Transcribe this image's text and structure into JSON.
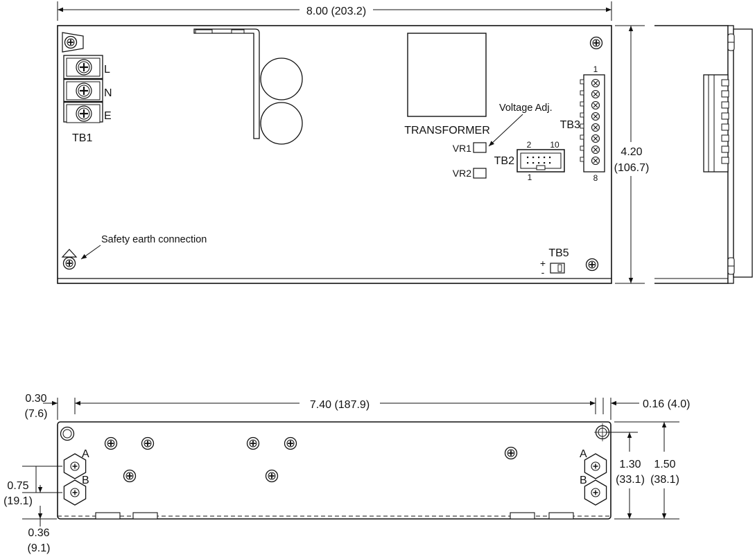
{
  "dimensions": {
    "top_width": "8.00 (203.2)",
    "top_height_in": "4.20",
    "top_height_mm": "(106.7)",
    "bottom_width": "7.40 (187.9)",
    "left_offset_in": "0.30",
    "left_offset_mm": "(7.6)",
    "right_offset": "0.16 (4.0)",
    "mount_spacing_in": "0.75",
    "mount_spacing_mm": "(19.1)",
    "base_offset_in": "0.36",
    "base_offset_mm": "(9.1)",
    "hole_height_in": "1.30",
    "hole_height_mm": "(33.1)",
    "total_height_in": "1.50",
    "total_height_mm": "(38.1)"
  },
  "labels": {
    "tb1": "TB1",
    "line": "L",
    "neutral": "N",
    "earth": "E",
    "transformer": "TRANSFORMER",
    "voltage_adj": "Voltage Adj.",
    "vr1": "VR1",
    "vr2": "VR2",
    "tb2": "TB2",
    "tb2_pin2": "2",
    "tb2_pin10": "10",
    "tb2_pin1": "1",
    "tb3": "TB3",
    "tb3_pin1": "1",
    "tb3_pin8": "8",
    "tb5": "TB5",
    "plus": "+",
    "minus": "-",
    "safety_earth": "Safety earth connection",
    "hole_a_left": "A",
    "hole_b_left": "B",
    "hole_a_right": "A",
    "hole_b_right": "B"
  }
}
